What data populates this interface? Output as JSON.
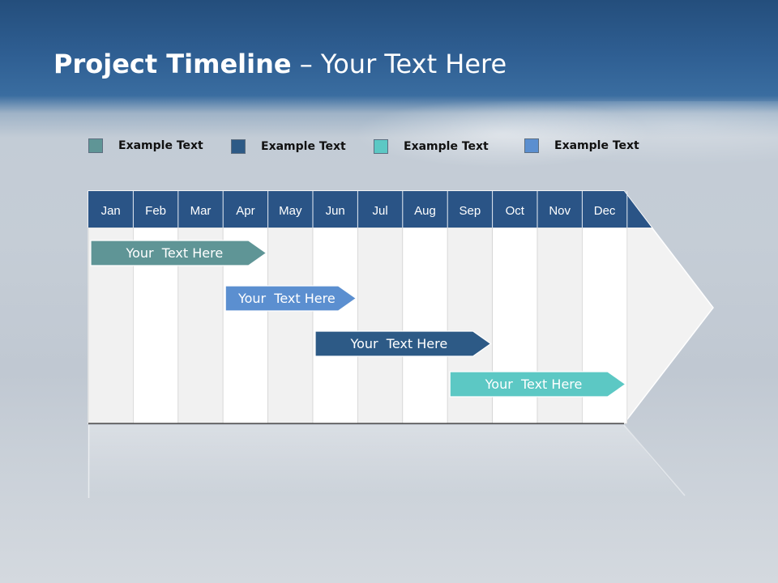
{
  "slide": {
    "title_bold": "Project Timeline",
    "title_rest": " – Your Text Here"
  },
  "legend": [
    {
      "label": "Example Text",
      "color": "#5f9596"
    },
    {
      "label": "Example Text",
      "color": "#2d5a86"
    },
    {
      "label": "Example Text",
      "color": "#5cc8c4"
    },
    {
      "label": "Example Text",
      "color": "#5b8fd0"
    }
  ],
  "timeline": {
    "months": [
      "Jan",
      "Feb",
      "Mar",
      "Apr",
      "May",
      "Jun",
      "Jul",
      "Aug",
      "Sep",
      "Oct",
      "Nov",
      "Dec"
    ],
    "header_color": "#2a5486",
    "tasks": [
      {
        "label": "Your  Text Here",
        "start": "Jan",
        "end": "Apr",
        "color": "#5f9596"
      },
      {
        "label": "Your  Text Here",
        "start": "Apr",
        "end": "Jun",
        "color": "#5b8fd0"
      },
      {
        "label": "Your  Text Here",
        "start": "Jun",
        "end": "Sep",
        "color": "#2d5a86"
      },
      {
        "label": "Your  Text Here",
        "start": "Sep",
        "end": "Dec",
        "color": "#5cc8c4"
      }
    ]
  }
}
